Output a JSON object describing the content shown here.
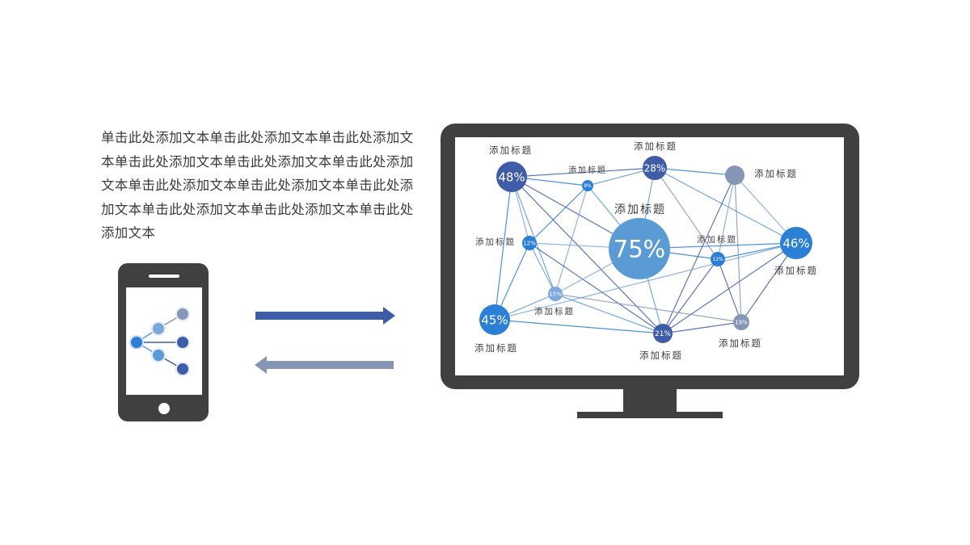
{
  "body_text": "单击此处添加文本单击此处添加文本单击此处添加文本单击此处添加文本单击此处添加文本单击此处添加文本单击此处添加文本单击此处添加文本单击此处添加文本单击此处添加文本单击此处添加文本单击此处添加文本",
  "colors": {
    "device": "#404040",
    "blue_dark": "#3f5da7",
    "blue_mid": "#2b7fd4",
    "blue_light": "#5b9bd5",
    "blue_pale": "#7da7d9",
    "gray_blue": "#8597b5",
    "arrow_right": "#3f5da7",
    "arrow_left": "#8597b5"
  },
  "network": {
    "nodes": [
      {
        "id": "n48",
        "value": "48%",
        "label": "添加标题"
      },
      {
        "id": "n28",
        "value": "28%",
        "label": "添加标题"
      },
      {
        "id": "ngray",
        "value": "",
        "label": "添加标题"
      },
      {
        "id": "n8",
        "value": "8%",
        "label": "添加标题"
      },
      {
        "id": "n75",
        "value": "75%",
        "label": "添加标题"
      },
      {
        "id": "n12a",
        "value": "12%",
        "label": "添加标题"
      },
      {
        "id": "n12b",
        "value": "12%",
        "label": "添加标题"
      },
      {
        "id": "n46",
        "value": "46%",
        "label": "添加标题"
      },
      {
        "id": "n15",
        "value": "15%",
        "label": "添加标题"
      },
      {
        "id": "n45",
        "value": "45%",
        "label": "添加标题"
      },
      {
        "id": "n21",
        "value": "21%",
        "label": "添加标题"
      },
      {
        "id": "n19",
        "value": "19%",
        "label": "添加标题"
      }
    ]
  }
}
